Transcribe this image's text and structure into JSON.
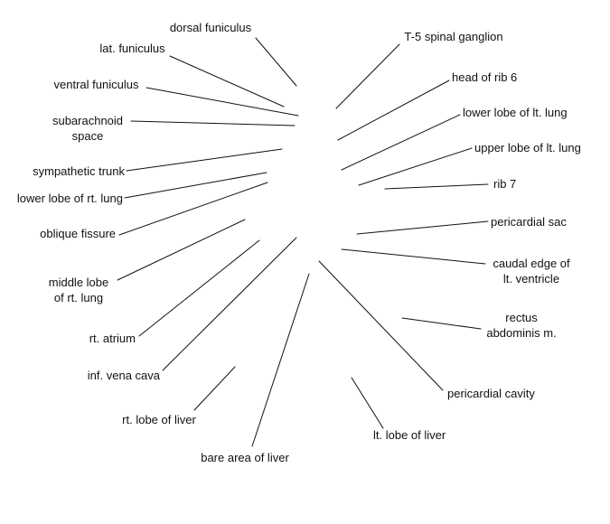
{
  "labels": {
    "dorsal_funiculus": [
      "dorsal funiculus"
    ],
    "lat_funiculus": [
      "lat. funiculus"
    ],
    "ventral_funiculus": [
      "ventral funiculus"
    ],
    "subarachnoid_space": [
      "subarachnoid",
      "space"
    ],
    "sympathetic_trunk": [
      "sympathetic trunk"
    ],
    "lower_lobe_rt_lung": [
      "lower lobe of rt. lung"
    ],
    "oblique_fissure": [
      "oblique fissure"
    ],
    "middle_lobe_rt_lung": [
      "middle lobe",
      "of rt. lung"
    ],
    "rt_atrium": [
      "rt. atrium"
    ],
    "inf_vena_cava": [
      "inf. vena cava"
    ],
    "rt_lobe_liver": [
      "rt. lobe of liver"
    ],
    "bare_area_liver": [
      "bare area of liver"
    ],
    "t5_spinal_ganglion": [
      "T-5 spinal ganglion"
    ],
    "head_rib_6": [
      "head of rib 6"
    ],
    "lower_lobe_lt_lung": [
      "lower lobe of lt. lung"
    ],
    "upper_lobe_lt_lung": [
      "upper lobe of lt. lung"
    ],
    "rib_7": [
      "rib 7"
    ],
    "pericardial_sac": [
      "pericardial sac"
    ],
    "caudal_edge_lt_ventricle": [
      "caudal edge of",
      "lt. ventricle"
    ],
    "rectus_abdominis": [
      "rectus",
      "abdominis m."
    ],
    "pericardial_cavity": [
      "pericardial cavity"
    ],
    "lt_lobe_liver": [
      "lt. lobe of liver"
    ]
  }
}
